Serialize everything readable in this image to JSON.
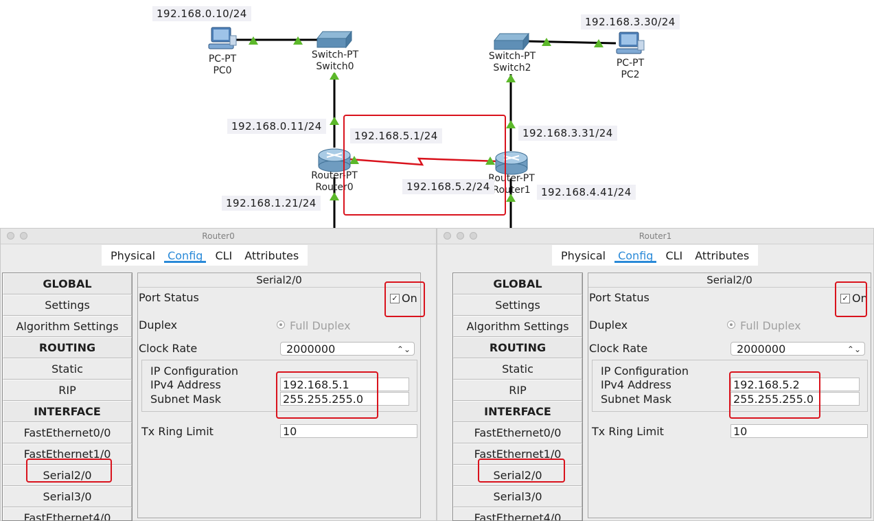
{
  "topology": {
    "pc0": {
      "type": "PC-PT",
      "name": "PC0",
      "ip": "192.168.0.10/24"
    },
    "switch0": {
      "type": "Switch-PT",
      "name": "Switch0"
    },
    "switch2": {
      "type": "Switch-PT",
      "name": "Switch2"
    },
    "pc2": {
      "type": "PC-PT",
      "name": "PC2",
      "ip": "192.168.3.30/24"
    },
    "router0": {
      "type": "Router-PT",
      "name": "Router0",
      "ip_top": "192.168.0.11/24",
      "ip_bottom": "192.168.1.21/24"
    },
    "router1": {
      "type": "Router-PT",
      "name": "Router1",
      "ip_top": "192.168.3.31/24",
      "ip_bottom": "192.168.4.41/24"
    },
    "serial_left_ip": "192.168.5.1/24",
    "serial_right_ip": "192.168.5.2/24"
  },
  "colors": {
    "accent": "#2a8ad8",
    "highlight": "#d9121c",
    "link_green": "#5cb82a",
    "serial_link": "#d9121c"
  },
  "windows": [
    {
      "title": "Router0",
      "tabs": [
        "Physical",
        "Config",
        "CLI",
        "Attributes"
      ],
      "active_tab": "Config",
      "sidebar": [
        "GLOBAL",
        "Settings",
        "Algorithm Settings",
        "ROUTING",
        "Static",
        "RIP",
        "INTERFACE",
        "FastEthernet0/0",
        "FastEthernet1/0",
        "Serial2/0",
        "Serial3/0",
        "FastEthernet4/0"
      ],
      "panel": {
        "title": "Serial2/0",
        "port_status_label": "Port Status",
        "port_status_value": "On",
        "duplex_label": "Duplex",
        "duplex_value": "Full Duplex",
        "clock_rate_label": "Clock Rate",
        "clock_rate_value": "2000000",
        "ip_config_label": "IP Configuration",
        "ipv4_label": "IPv4 Address",
        "ipv4_value": "192.168.5.1",
        "mask_label": "Subnet Mask",
        "mask_value": "255.255.255.0",
        "tx_label": "Tx Ring Limit",
        "tx_value": "10"
      }
    },
    {
      "title": "Router1",
      "tabs": [
        "Physical",
        "Config",
        "CLI",
        "Attributes"
      ],
      "active_tab": "Config",
      "sidebar": [
        "GLOBAL",
        "Settings",
        "Algorithm Settings",
        "ROUTING",
        "Static",
        "RIP",
        "INTERFACE",
        "FastEthernet0/0",
        "FastEthernet1/0",
        "Serial2/0",
        "Serial3/0",
        "FastEthernet4/0"
      ],
      "panel": {
        "title": "Serial2/0",
        "port_status_label": "Port Status",
        "port_status_value": "On",
        "duplex_label": "Duplex",
        "duplex_value": "Full Duplex",
        "clock_rate_label": "Clock Rate",
        "clock_rate_value": "2000000",
        "ip_config_label": "IP Configuration",
        "ipv4_label": "IPv4 Address",
        "ipv4_value": "192.168.5.2",
        "mask_label": "Subnet Mask",
        "mask_value": "255.255.255.0",
        "tx_label": "Tx Ring Limit",
        "tx_value": "10"
      }
    }
  ]
}
